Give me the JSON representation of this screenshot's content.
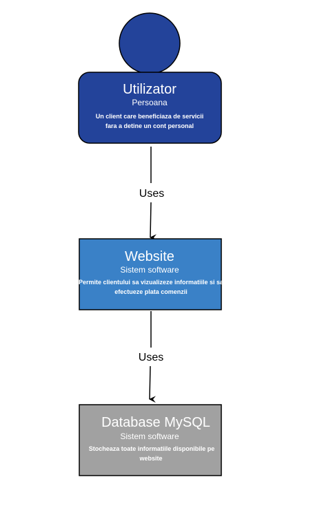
{
  "colors": {
    "person": "#23439a",
    "website": "#3a81c7",
    "database": "#a1a1a1",
    "stroke": "#000000",
    "text": "#ffffff"
  },
  "nodes": {
    "utilizator": {
      "title": "Utilizator",
      "type": "Persoana",
      "desc_line1": "Un client care beneficiaza de servicii",
      "desc_line2": "fara a detine un cont personal"
    },
    "website": {
      "title": "Website",
      "type": "Sistem software",
      "desc_line1": "Permite clientului sa vizualizeze informatiile si sa",
      "desc_line2": "efectueze plata comenzii"
    },
    "database": {
      "title": "Database MySQL",
      "type": "Sistem software",
      "desc_line1": "Stocheaza toate informatiile disponibile pe",
      "desc_line2": "website"
    }
  },
  "edges": [
    {
      "from": "utilizator",
      "to": "website",
      "label": "Uses"
    },
    {
      "from": "website",
      "to": "database",
      "label": "Uses"
    }
  ]
}
